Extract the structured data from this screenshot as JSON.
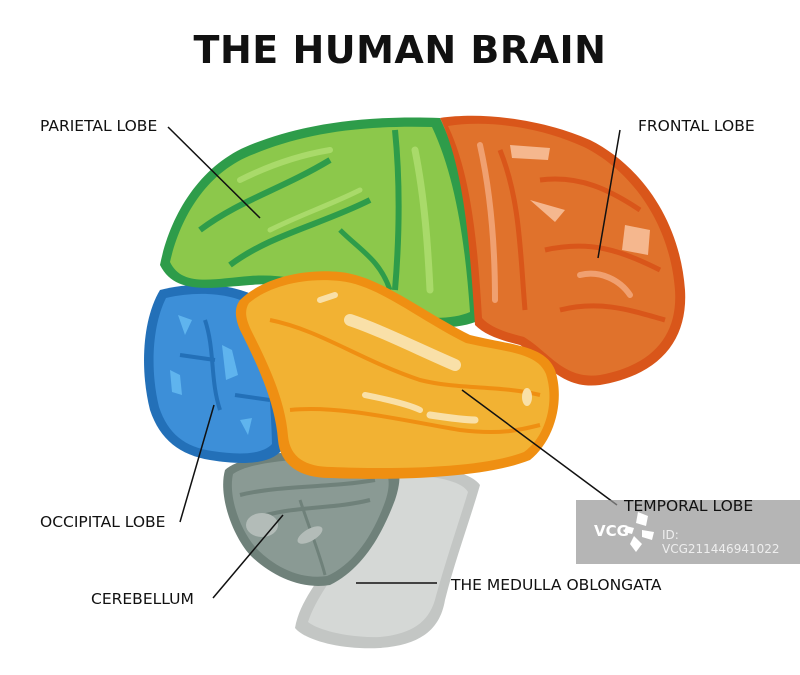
{
  "title": "THE HUMAN BRAIN",
  "labels": {
    "parietal": "PARIETAL LOBE",
    "frontal": "FRONTAL LOBE",
    "temporal": "TEMPORAL LOBE",
    "occipital": "OCCIPITAL LOBE",
    "cerebellum": "CEREBELLUM",
    "medulla": "THE MEDULLA OBLONGATA"
  },
  "colors": {
    "parietal": "#8cc84b",
    "parietal_outline": "#2e9c4a",
    "frontal": "#e0722c",
    "frontal_outline": "#d9561a",
    "temporal": "#f2b233",
    "temporal_outline": "#ef8f12",
    "occipital": "#3d8fd8",
    "occipital_outline": "#2370b8",
    "cerebellum": "#8a9a94",
    "cerebellum_outline": "#6f817a",
    "medulla": "#d5d8d6",
    "medulla_outline": "#c3c6c4"
  },
  "watermark": {
    "logo": "VCG",
    "id": "ID: VCG211446941022"
  }
}
